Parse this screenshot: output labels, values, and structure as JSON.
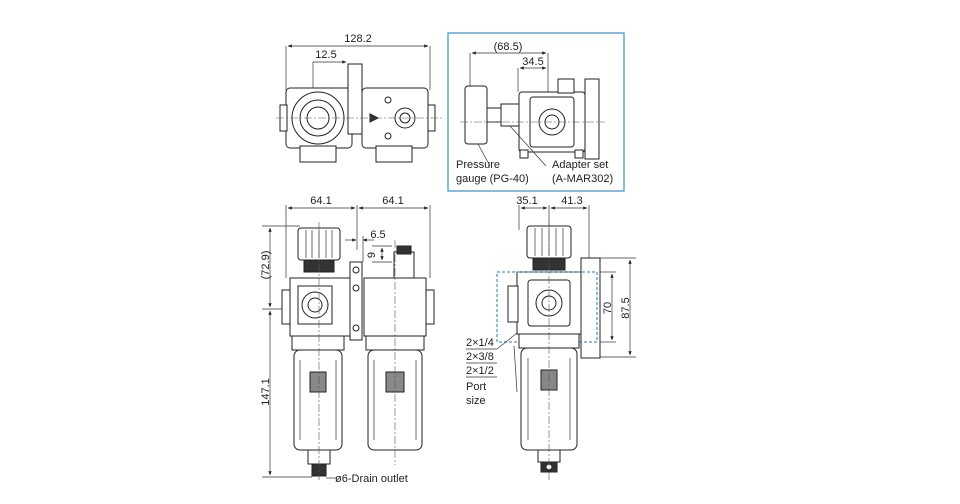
{
  "dimensions": {
    "top_width": "128.2",
    "top_offset": "12.5",
    "inset_offset_outer": "(68.5)",
    "inset_offset_inner": "34.5",
    "front_left_width": "64.1",
    "front_right_width": "64.1",
    "front_gap": "6.5",
    "front_small": "9",
    "front_upper_height": "(72.9)",
    "front_lower_height": "147.1",
    "side_left": "35.1",
    "side_right": "41.3",
    "side_inner_height": "70",
    "side_outer_height": "87.5"
  },
  "labels": {
    "pressure_gauge_line1": "Pressure",
    "pressure_gauge_line2": "gauge (PG-40)",
    "adapter_line1": "Adapter set",
    "adapter_line2": "(A-MAR302)",
    "port_size_1": "2×1/4",
    "port_size_2": "2×3/8",
    "port_size_3": "2×1/2",
    "port_label_1": "Port",
    "port_label_2": "size",
    "drain_outlet": "ø6-Drain outlet"
  },
  "colors": {
    "inset_border": "#3a8fc9",
    "dashed_outline": "#1f7db8",
    "line": "#222222"
  }
}
